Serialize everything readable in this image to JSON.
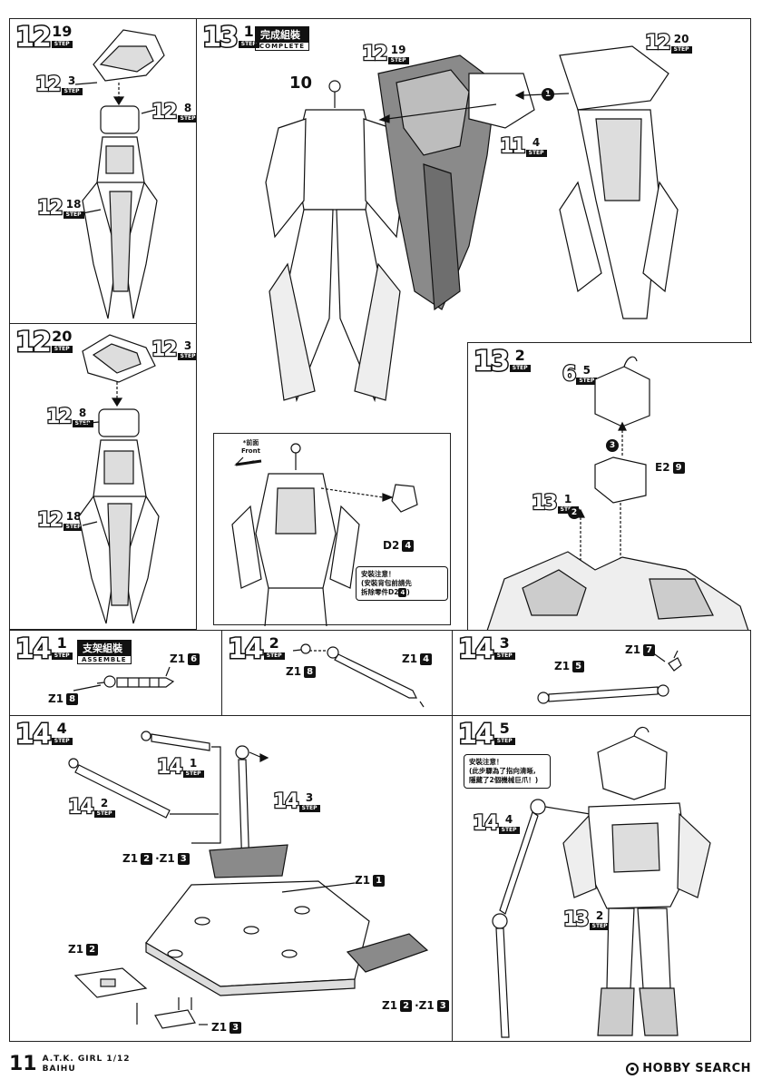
{
  "steps": {
    "s12_19_a": {
      "major": "12",
      "minor": "19"
    },
    "s12_20_a": {
      "major": "12",
      "minor": "20"
    },
    "s13_1": {
      "major": "13",
      "minor": "1"
    },
    "s13_2": {
      "major": "13",
      "minor": "2"
    },
    "s14_1": {
      "major": "14",
      "minor": "1"
    },
    "s14_2": {
      "major": "14",
      "minor": "2"
    },
    "s14_3": {
      "major": "14",
      "minor": "3"
    },
    "s14_4": {
      "major": "14",
      "minor": "4"
    },
    "s14_5": {
      "major": "14",
      "minor": "5"
    },
    "step_label": "STEP"
  },
  "titles": {
    "complete_cn": "完成組裝",
    "complete_en": "COMPLETE",
    "assemble_cn": "支架組裝",
    "assemble_en": "ASSEMBLE"
  },
  "refs": {
    "p1_r3": {
      "major": "12",
      "minor": "3"
    },
    "p1_r8": {
      "major": "12",
      "minor": "8"
    },
    "p1_r18": {
      "major": "12",
      "minor": "18"
    },
    "p2_r3": {
      "major": "12",
      "minor": "3"
    },
    "p2_r8": {
      "major": "12",
      "minor": "8"
    },
    "p2_r18": {
      "major": "12",
      "minor": "18"
    },
    "c_10": "10",
    "c_1219": {
      "major": "12",
      "minor": "19"
    },
    "c_114": {
      "major": "11",
      "minor": "4"
    },
    "c_1220": {
      "major": "12",
      "minor": "20"
    },
    "s132_65": {
      "major": "6",
      "minor": "5"
    },
    "s132_131": {
      "major": "13",
      "minor": "1"
    },
    "s144_141": {
      "major": "14",
      "minor": "1"
    },
    "s144_142": {
      "major": "14",
      "minor": "2"
    },
    "s144_143": {
      "major": "14",
      "minor": "3"
    },
    "s145_144": {
      "major": "14",
      "minor": "4"
    },
    "s145_132": {
      "major": "13",
      "minor": "2"
    }
  },
  "parts": {
    "e2": {
      "label": "E2",
      "num": "9"
    },
    "d2": {
      "label": "D2",
      "num": "4"
    },
    "z1_6": {
      "label": "Z1",
      "num": "6"
    },
    "z1_8a": {
      "label": "Z1",
      "num": "8"
    },
    "z1_8b": {
      "label": "Z1",
      "num": "8"
    },
    "z1_4": {
      "label": "Z1",
      "num": "4"
    },
    "z1_7": {
      "label": "Z1",
      "num": "7"
    },
    "z1_5": {
      "label": "Z1",
      "num": "5"
    },
    "z1_1": {
      "label": "Z1",
      "num": "1"
    },
    "z1_2": {
      "label": "Z1",
      "num": "2"
    },
    "z1_3": {
      "label": "Z1",
      "num": "3"
    },
    "z1_23a": {
      "label": "Z1",
      "n1": "2",
      "sep": "·Z1",
      "n2": "3"
    },
    "z1_23b": {
      "label": "Z1",
      "n1": "2",
      "sep": "·Z1",
      "n2": "3"
    }
  },
  "front_label": {
    "cn": "*前面",
    "en": "Front"
  },
  "notes": {
    "n1_l1": "安裝注意！",
    "n1_l2": "(安裝背包前請先",
    "n1_l3": "拆除零件D2",
    "n1_num": "4",
    "n1_l3b": ")",
    "n2_l1": "安裝注意！",
    "n2_l2": "(此步驟為了指向清晰,",
    "n2_l3": "隱藏了2個機械巨爪！)"
  },
  "circles": [
    "1",
    "2",
    "3"
  ],
  "footer": {
    "page": "11",
    "brand_l1": "A.T.K. GIRL 1/12",
    "brand_l2": "BAIHU",
    "watermark": "HOBBY SEARCH"
  },
  "colors": {
    "ink": "#111111",
    "paper": "#ffffff",
    "shade": "#8a8a8a",
    "light": "#bdbdbd"
  }
}
